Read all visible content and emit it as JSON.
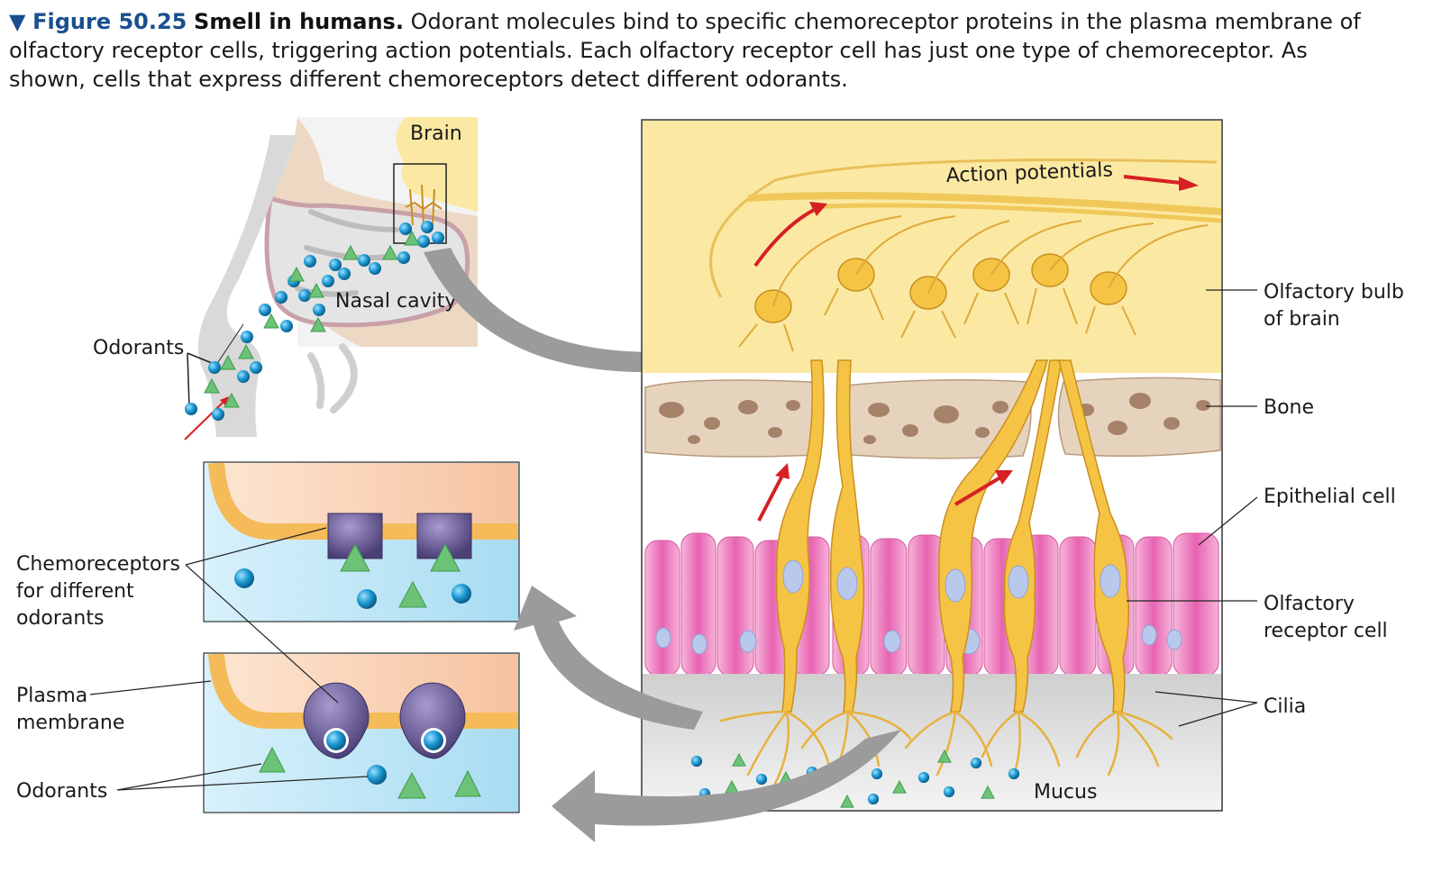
{
  "caption": {
    "marker": "▼",
    "figure_number": "Figure 50.25",
    "title": "Smell in humans.",
    "text": "Odorant molecules bind to specific chemoreceptor proteins in the plasma membrane of olfactory receptor cells, triggering action potentials. Each olfactory receptor cell has just one type of chemoreceptor. As shown, cells that express different chemoreceptors detect different odorants."
  },
  "head_panel": {
    "brain_label": "Brain",
    "nasal_cavity_label": "Nasal cavity",
    "odorants_label": "Odorants"
  },
  "detail_panel": {
    "action_potentials_label": "Action potentials",
    "mucus_label": "Mucus"
  },
  "side_labels": {
    "olfactory_bulb_line1": "Olfactory bulb",
    "olfactory_bulb_line2": "of brain",
    "bone": "Bone",
    "epithelial_cell": "Epithelial cell",
    "receptor_cell_line1": "Olfactory",
    "receptor_cell_line2": "receptor cell",
    "cilia": "Cilia"
  },
  "left_labels": {
    "chemoreceptors_line1": "Chemoreceptors",
    "chemoreceptors_line2": "for different",
    "chemoreceptors_line3": "odorants",
    "plasma_line1": "Plasma",
    "plasma_line2": "membrane",
    "odorants": "Odorants"
  },
  "colors": {
    "odorant_sphere": "#1e9ad3",
    "odorant_triangle": "#5fbb6a",
    "arrow_red": "#d62024",
    "neuron": "#f6c445",
    "bulb": "#fbe9a3",
    "bone": "#e6d3bd",
    "epithelium": "#ec8fc4",
    "receptor": "#6a5a96",
    "gray_arrow": "#9b9b9b"
  }
}
